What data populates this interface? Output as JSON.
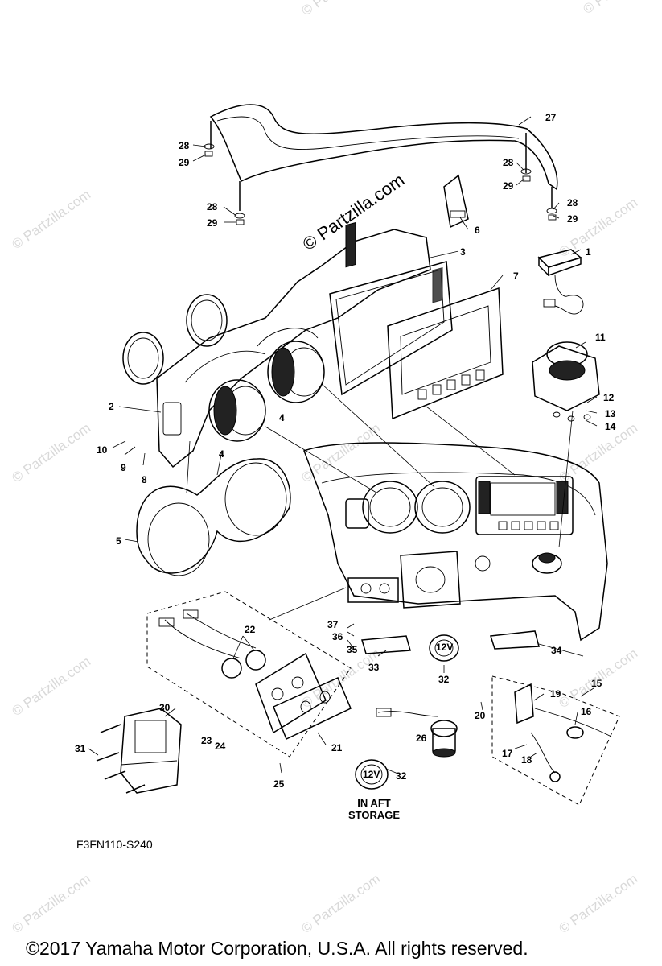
{
  "watermark": {
    "main": "© Partzilla.com",
    "faint": "© Partzilla.com"
  },
  "callouts": {
    "c1": "1",
    "c2": "2",
    "c3": "3",
    "c4a": "4",
    "c4b": "4",
    "c5": "5",
    "c6": "6",
    "c7": "7",
    "c8": "8",
    "c9": "9",
    "c10": "10",
    "c11": "11",
    "c12": "12",
    "c13": "13",
    "c14": "14",
    "c15": "15",
    "c16": "16",
    "c17": "17",
    "c18": "18",
    "c19": "19",
    "c20": "20",
    "c21": "21",
    "c22": "22",
    "c23": "23",
    "c24": "24",
    "c25": "25",
    "c26": "26",
    "c27": "27",
    "c28a": "28",
    "c28b": "28",
    "c28c": "28",
    "c28d": "28",
    "c29a": "29",
    "c29b": "29",
    "c29c": "29",
    "c29d": "29",
    "c30": "30",
    "c31": "31",
    "c32a": "32",
    "c32b": "32",
    "c33": "33",
    "c34": "34",
    "c35": "35",
    "c36": "36",
    "c37": "37"
  },
  "labels": {
    "aft_storage_line1": "IN AFT",
    "aft_storage_line2": "STORAGE",
    "socket_12v": "12V"
  },
  "diagram_code": "F3FN110-S240",
  "copyright": "©2017  Yamaha Motor Corporation, U.S.A. All rights reserved."
}
